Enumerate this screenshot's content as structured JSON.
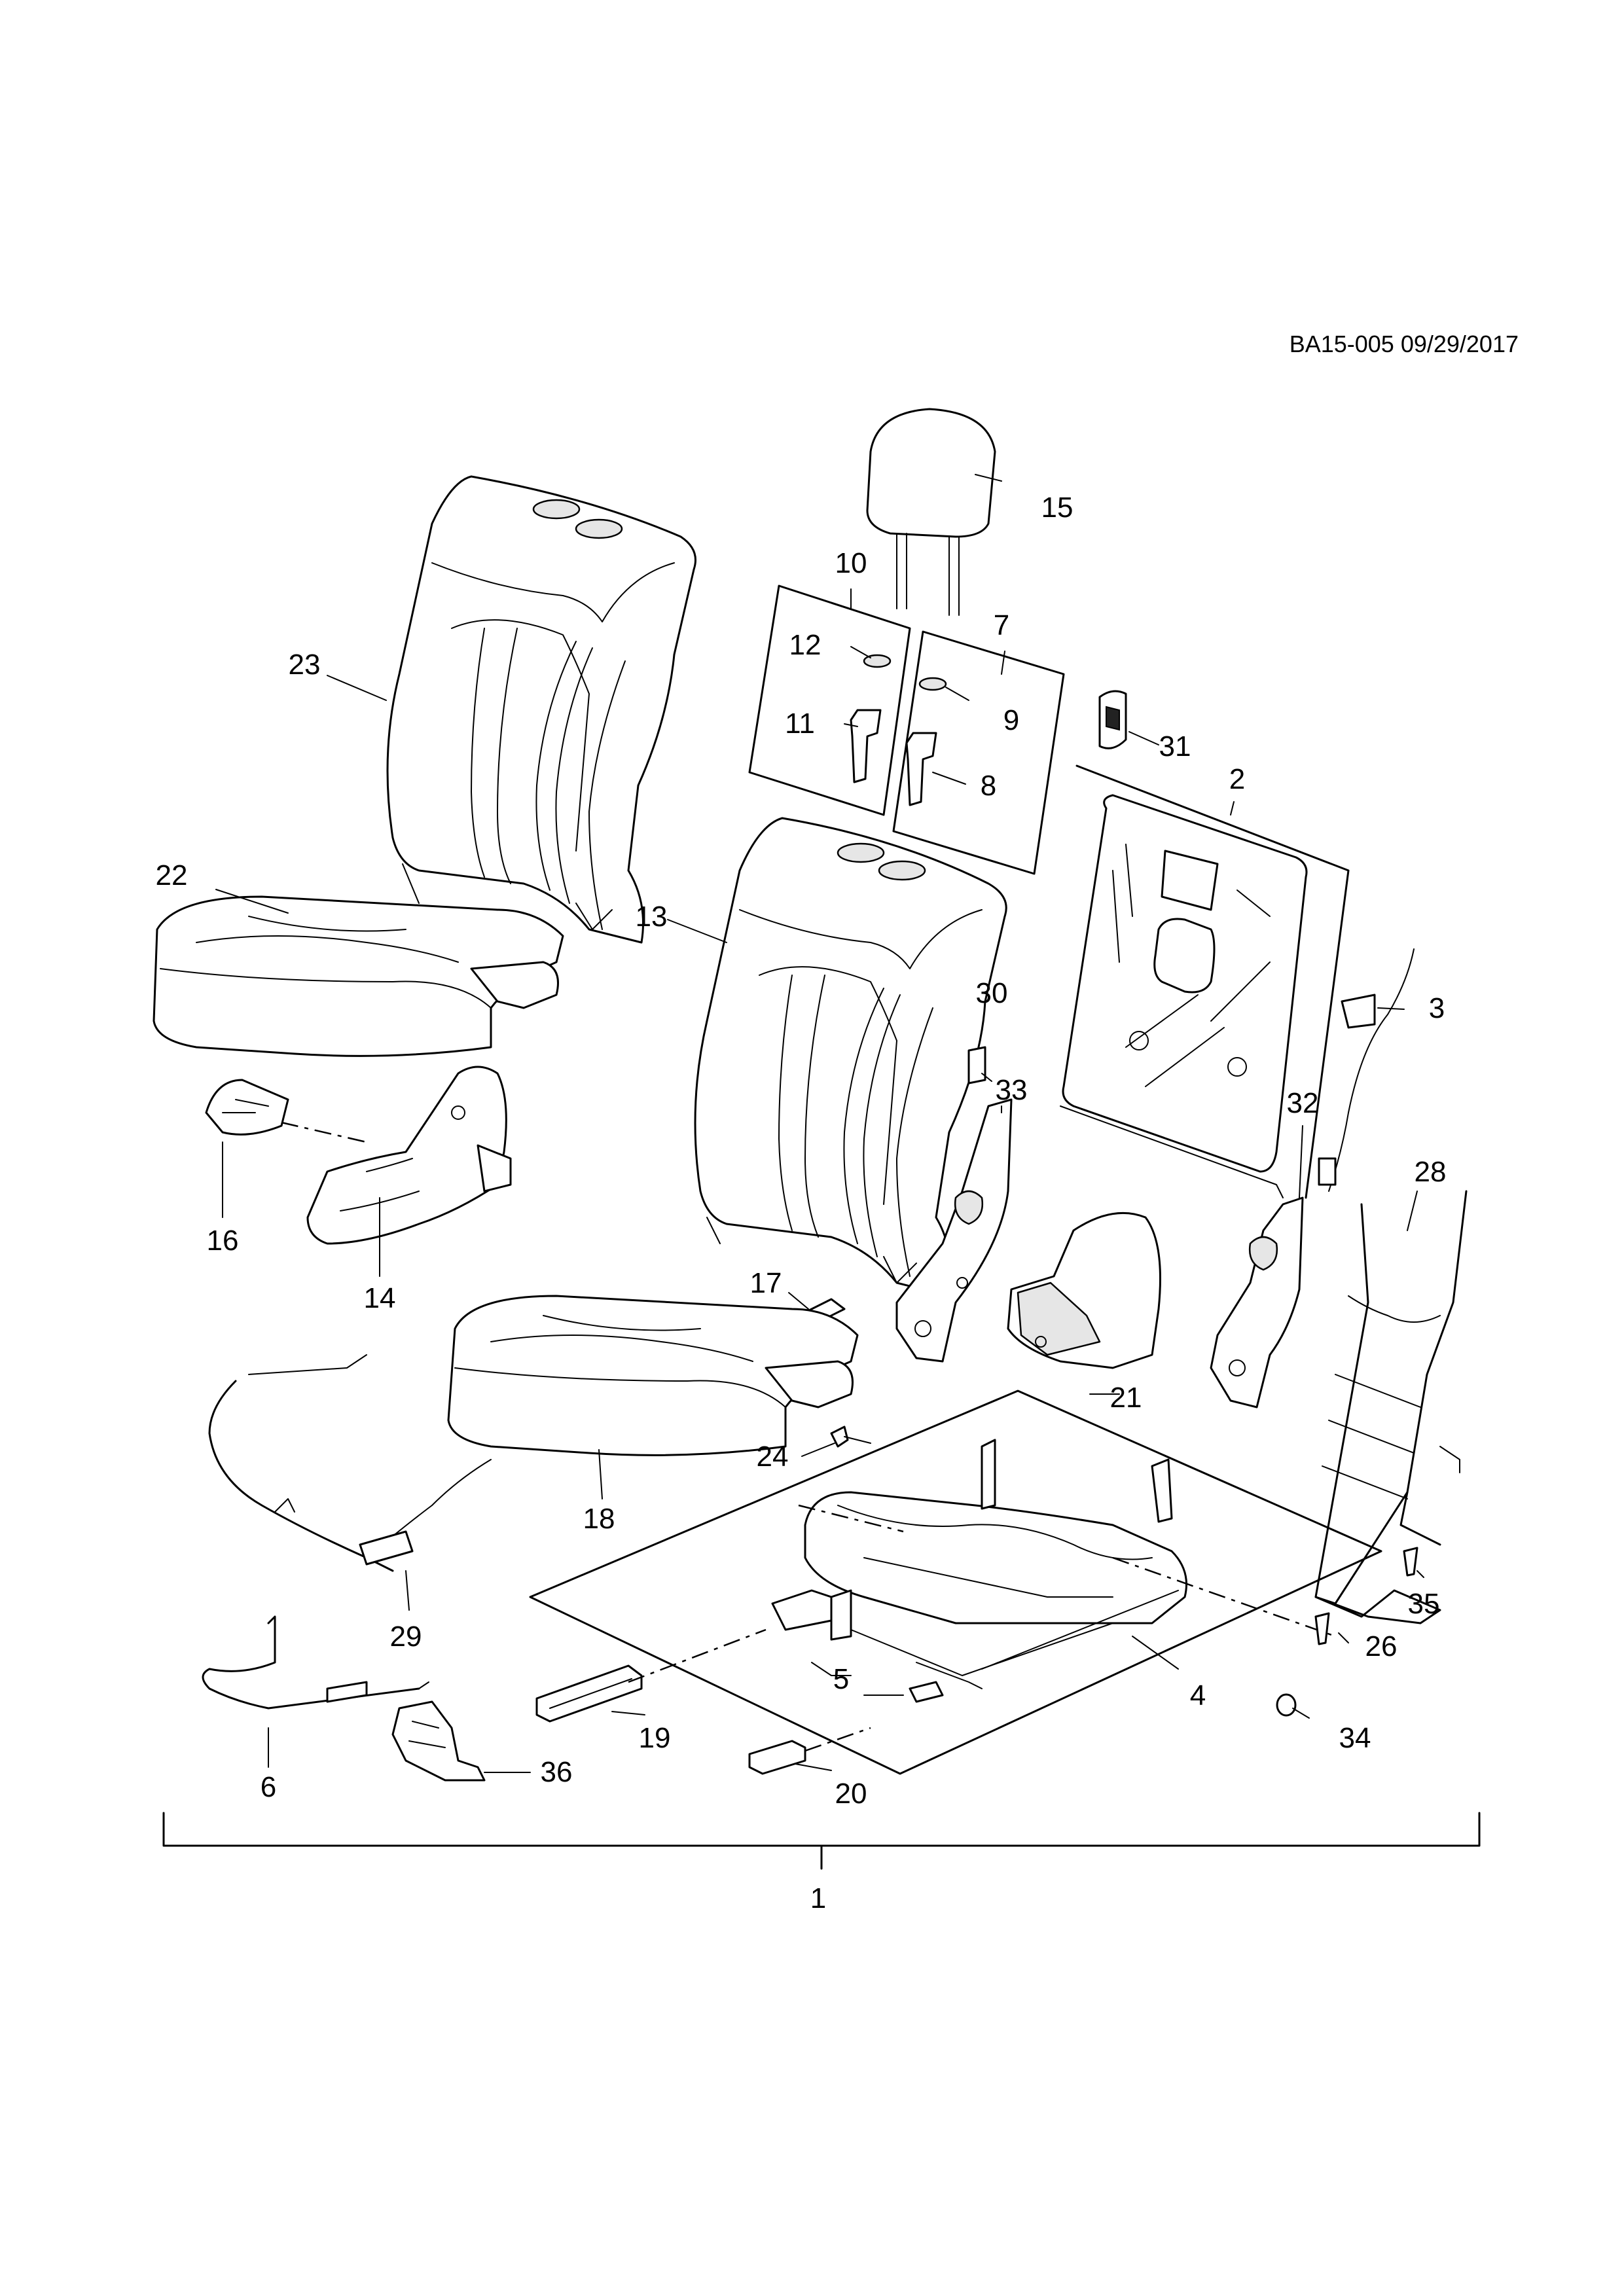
{
  "drawing": {
    "reference": "BA15-005 09/29/2017"
  },
  "callouts": [
    {
      "id": "c1",
      "label": "1"
    },
    {
      "id": "c2",
      "label": "2"
    },
    {
      "id": "c3",
      "label": "3"
    },
    {
      "id": "c4",
      "label": "4"
    },
    {
      "id": "c5",
      "label": "5"
    },
    {
      "id": "c6",
      "label": "6"
    },
    {
      "id": "c7",
      "label": "7"
    },
    {
      "id": "c8",
      "label": "8"
    },
    {
      "id": "c9",
      "label": "9"
    },
    {
      "id": "c10",
      "label": "10"
    },
    {
      "id": "c11",
      "label": "11"
    },
    {
      "id": "c12",
      "label": "12"
    },
    {
      "id": "c13",
      "label": "13"
    },
    {
      "id": "c14",
      "label": "14"
    },
    {
      "id": "c15",
      "label": "15"
    },
    {
      "id": "c16",
      "label": "16"
    },
    {
      "id": "c17",
      "label": "17"
    },
    {
      "id": "c18",
      "label": "18"
    },
    {
      "id": "c19",
      "label": "19"
    },
    {
      "id": "c20",
      "label": "20"
    },
    {
      "id": "c21",
      "label": "21"
    },
    {
      "id": "c22",
      "label": "22"
    },
    {
      "id": "c23",
      "label": "23"
    },
    {
      "id": "c24",
      "label": "24"
    },
    {
      "id": "c26",
      "label": "26"
    },
    {
      "id": "c28",
      "label": "28"
    },
    {
      "id": "c29",
      "label": "29"
    },
    {
      "id": "c30",
      "label": "30"
    },
    {
      "id": "c31",
      "label": "31"
    },
    {
      "id": "c32",
      "label": "32"
    },
    {
      "id": "c33",
      "label": "33"
    },
    {
      "id": "c34",
      "label": "34"
    },
    {
      "id": "c35",
      "label": "35"
    },
    {
      "id": "c36",
      "label": "36"
    }
  ]
}
